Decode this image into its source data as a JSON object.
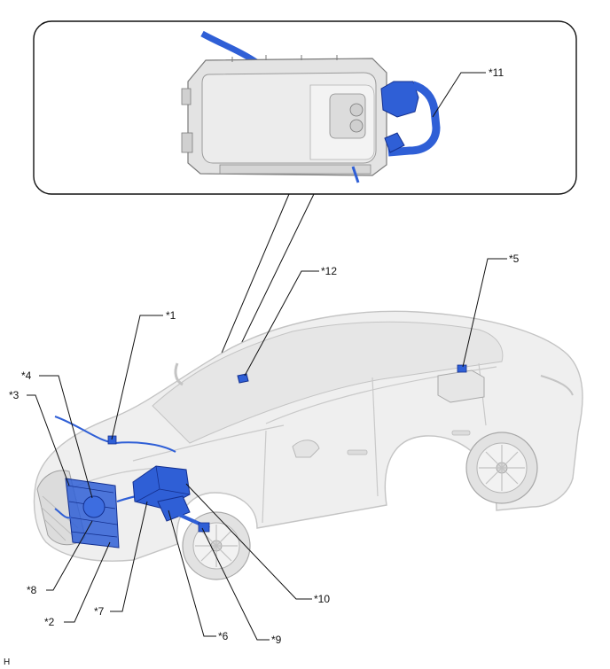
{
  "callouts": {
    "c1": "*1",
    "c2": "*2",
    "c3": "*3",
    "c4": "*4",
    "c5": "*5",
    "c6": "*6",
    "c7": "*7",
    "c8": "*8",
    "c9": "*9",
    "c10": "*10",
    "c11": "*11",
    "c12": "*12"
  },
  "figure_code": "H",
  "colors": {
    "highlight": "#2f5fd6",
    "highlight_dark": "#14308f",
    "car_body": "#efefef",
    "inverter_body": "#e9e9e9"
  },
  "icons": [
    "car-illustration",
    "inverter-unit-illustration"
  ]
}
